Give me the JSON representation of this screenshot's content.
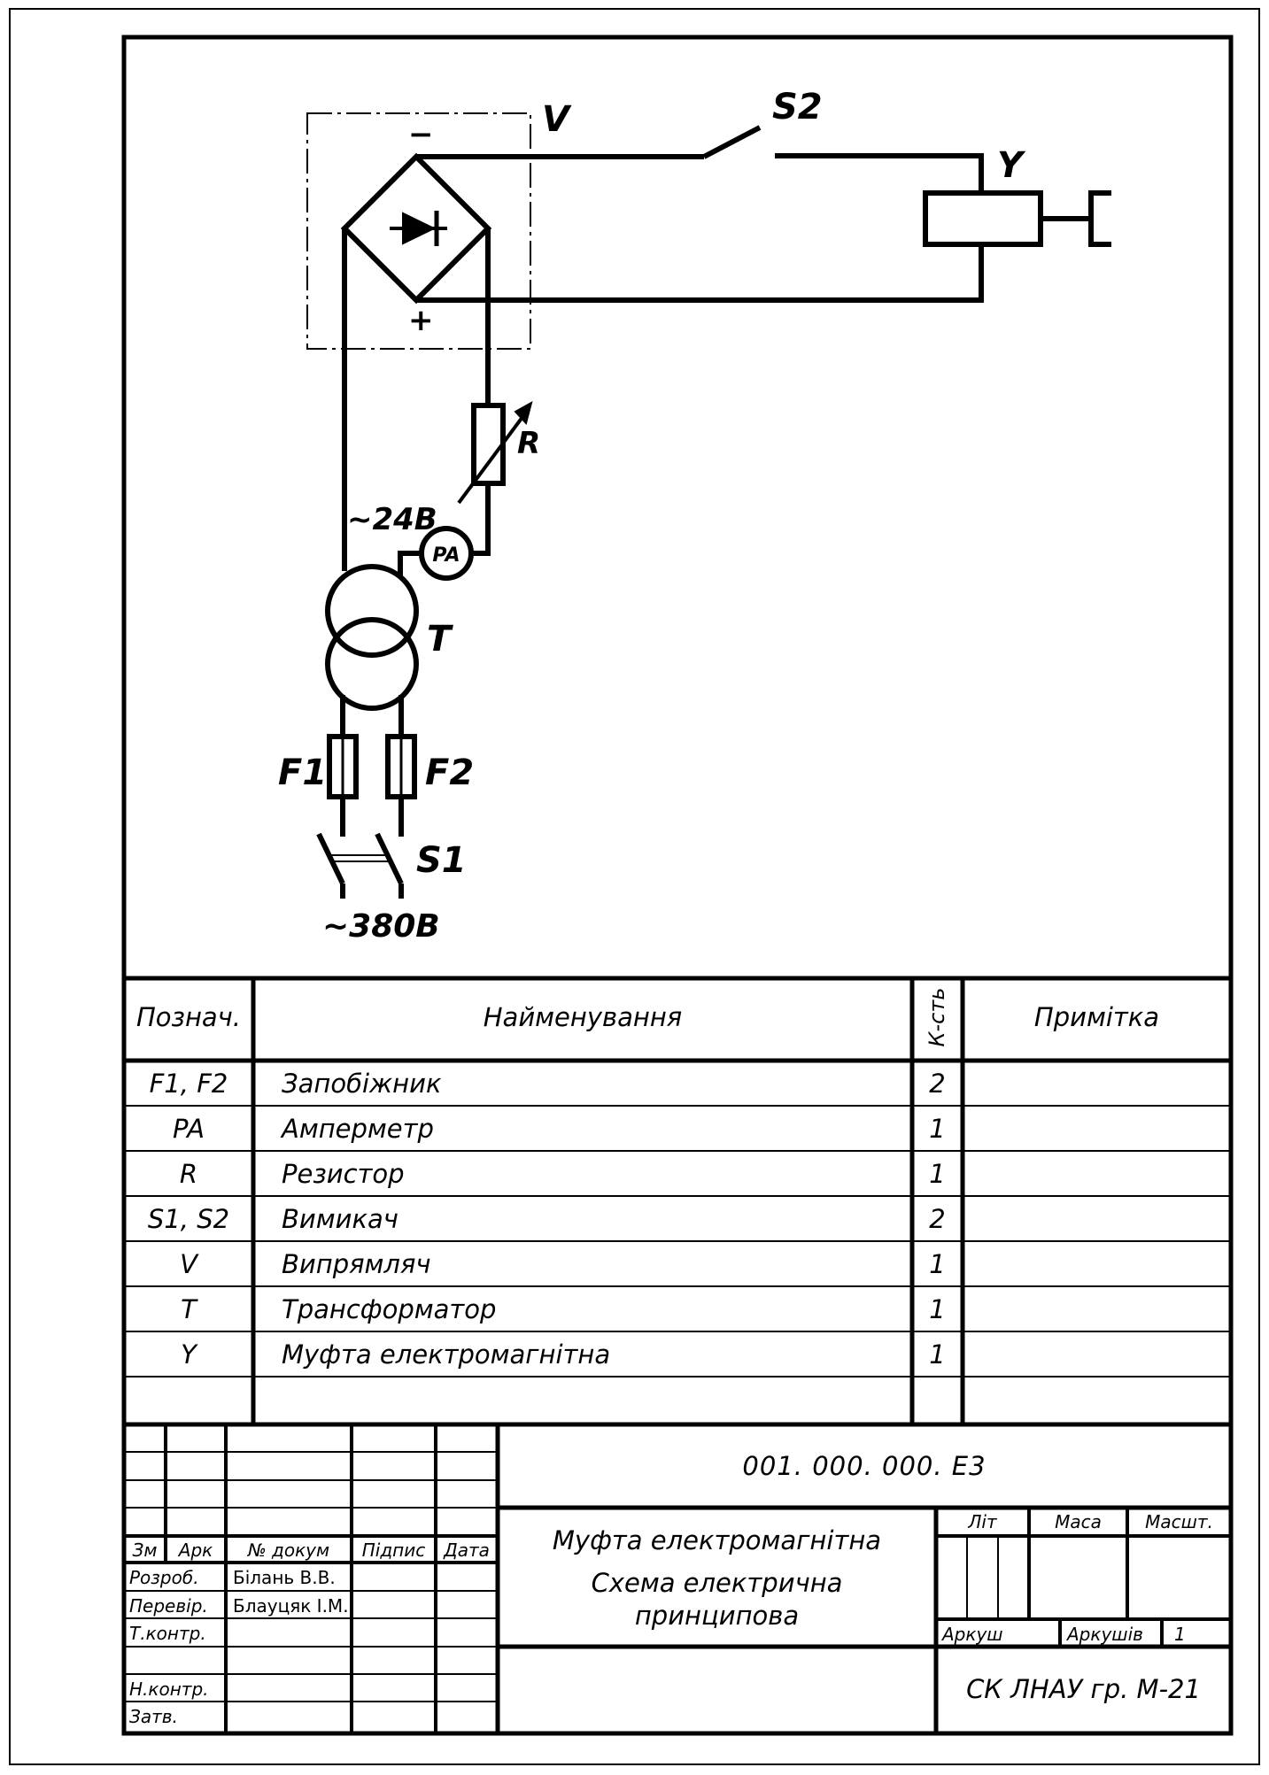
{
  "schematic": {
    "labels": {
      "v": "V",
      "s2": "S2",
      "y": "Y",
      "minus": "−",
      "plus": "+",
      "r": "R",
      "v24": "~24В",
      "pa": "PA",
      "t": "T",
      "f1": "F1",
      "f2": "F2",
      "s1": "S1",
      "v380": "~380В"
    }
  },
  "spec_table": {
    "headers": {
      "designation": "Познач.",
      "name": "Найменування",
      "qty": "К-сть",
      "note": "Примітка"
    },
    "rows": [
      {
        "designation": "F1, F2",
        "name": "Запобіжник",
        "qty": "2",
        "note": ""
      },
      {
        "designation": "PA",
        "name": "Амперметр",
        "qty": "1",
        "note": ""
      },
      {
        "designation": "R",
        "name": "Резистор",
        "qty": "1",
        "note": ""
      },
      {
        "designation": "S1, S2",
        "name": "Вимикач",
        "qty": "2",
        "note": ""
      },
      {
        "designation": "V",
        "name": "Випрямляч",
        "qty": "1",
        "note": ""
      },
      {
        "designation": "T",
        "name": "Трансформатор",
        "qty": "1",
        "note": ""
      },
      {
        "designation": "Y",
        "name": "Муфта електромагнітна",
        "qty": "1",
        "note": ""
      }
    ]
  },
  "title_block": {
    "doc_code": "001.  000.  000.  Е3",
    "title_line1": "Муфта електромагнітна",
    "title_line2": "Схема електрична",
    "title_line3": "принципова",
    "organization": "СК ЛНАУ  гр. М-21",
    "col_labels": {
      "zm": "Зм",
      "ark": "Арк",
      "doc_no": "№ докум",
      "signature": "Підпис",
      "date": "Дата"
    },
    "roles": {
      "developed": "Розроб.",
      "checked": "Перевір.",
      "tech_control": "Т.контр.",
      "norm_control": "Н.контр.",
      "approved": "Затв."
    },
    "names": {
      "developed": "Білань В.В.",
      "checked": "Блауцяк І.М."
    },
    "lit": "Літ",
    "mass": "Маса",
    "scale": "Масшт.",
    "sheet": "Аркуш",
    "sheets": "Аркушів",
    "sheets_count": "1"
  }
}
